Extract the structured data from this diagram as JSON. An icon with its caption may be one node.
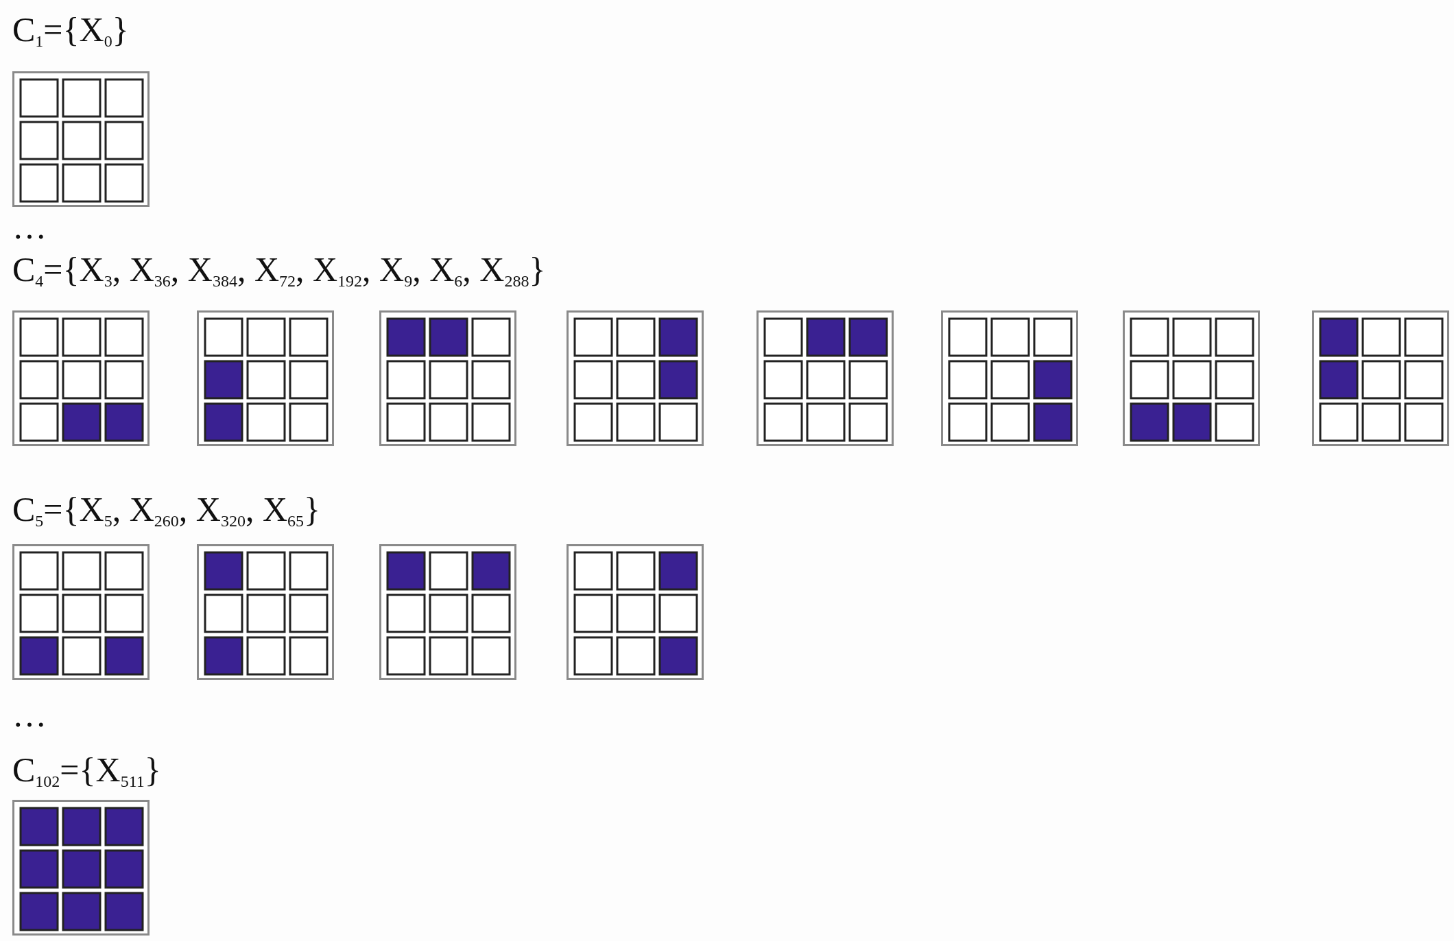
{
  "diagram": {
    "labels": [
      "C$_{1}$={X$_{0}$}",
      "…",
      "C$_{4}$={X$_{3}$, X$_{36}$, X$_{384}$, X$_{72}$, X$_{192}$, X$_{9}$, X$_{6}$, X$_{288}$}",
      "C$_{5}$={X$_{5}$, X$_{260}$, X$_{320}$, X$_{65}$}",
      "…",
      "C$_{102}$={X$_{511}$}"
    ]
  }
}
